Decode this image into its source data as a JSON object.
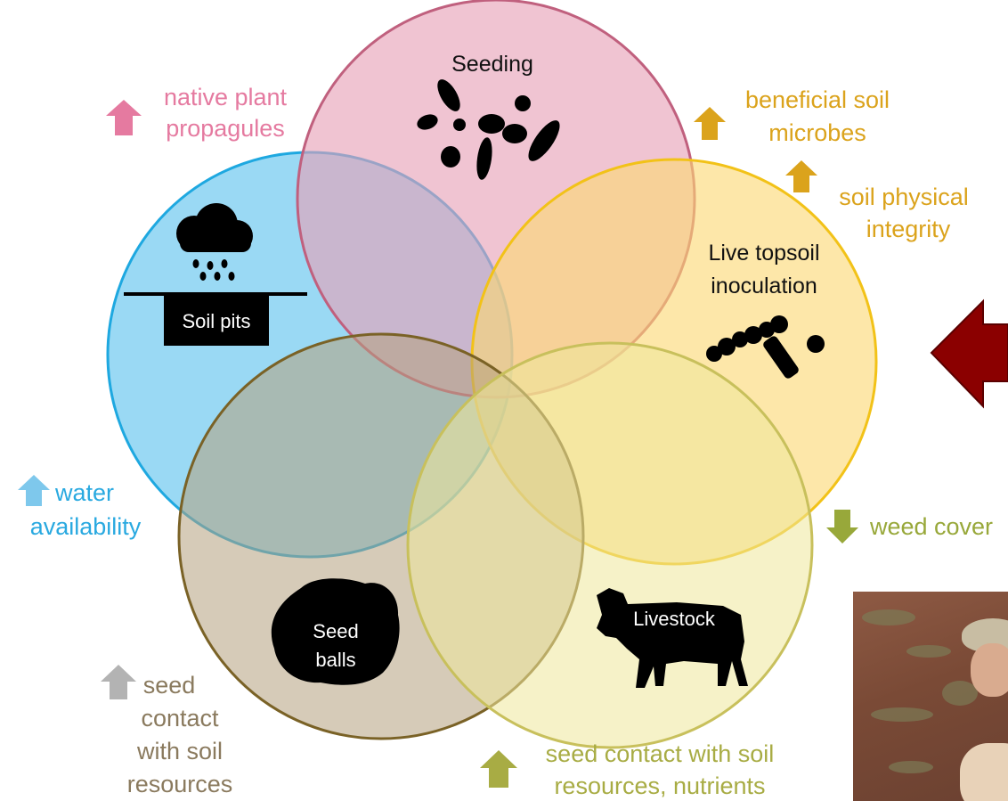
{
  "circles": {
    "seeding": {
      "title": "Seeding",
      "fill": "#e7a0b6",
      "stroke": "#c0607e"
    },
    "soil_pits": {
      "label": "Soil pits",
      "fill": "#5cc2ee",
      "stroke": "#1ea8e0"
    },
    "topsoil": {
      "title_line1": "Live topsoil",
      "title_line2": "inoculation",
      "fill": "#fcd874",
      "stroke": "#f2c218"
    },
    "seed_balls": {
      "label_line1": "Seed",
      "label_line2": "balls",
      "fill": "#b5a07e",
      "stroke": "#7a6226"
    },
    "livestock": {
      "label": "Livestock",
      "fill": "#efe79a",
      "stroke": "#c8c05c"
    }
  },
  "outcomes": {
    "native_plant": {
      "line1": "native plant",
      "line2": "propagules",
      "direction": "up",
      "color": "#e57aa0"
    },
    "soil_microbes": {
      "line1": "beneficial soil",
      "line2": "microbes",
      "direction": "up",
      "color": "#dba31c"
    },
    "soil_integrity": {
      "line1": "soil physical",
      "line2": "integrity",
      "direction": "up",
      "color": "#dba31c"
    },
    "water": {
      "line1": "water",
      "line2": "availability",
      "direction": "up",
      "color": "#29a9e0"
    },
    "weed_cover": {
      "line1": "weed cover",
      "direction": "down",
      "color": "#98a83a"
    },
    "seed_contact": {
      "line1": "seed",
      "line2": "contact",
      "line3": "with soil",
      "line4": "resources",
      "direction": "up",
      "color": "#8a7a5e",
      "arrow_color": "#b3b3b3"
    },
    "seed_contact_nutrients": {
      "line1": "seed contact with soil",
      "line2": "resources, nutrients",
      "direction": "up",
      "color": "#a8ac44"
    }
  },
  "pointer_arrow_color": "#8b0000",
  "icons": [
    "seeds-icon",
    "rain-cloud-icon",
    "inoculum-icon",
    "seed-ball-icon",
    "cow-icon"
  ]
}
